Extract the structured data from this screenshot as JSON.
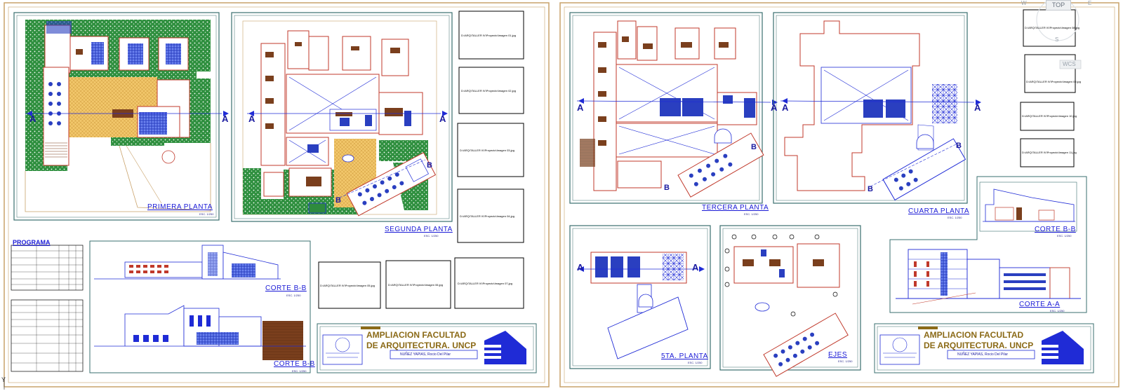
{
  "sheet_left": {
    "plans": {
      "primera_planta": "PRIMERA PLANTA",
      "segunda_planta": "SEGUNDA PLANTA"
    },
    "sections": {
      "corte_bb_1": "CORTE B-B",
      "corte_bb_2": "CORTE B-B"
    },
    "programa_title": "PROGRAMA",
    "image_refs": [
      "D:\\ARQ\\TALLER IV\\Proyecto\\Imagen 01.jpg",
      "D:\\ARQ\\TALLER IV\\Proyecto\\Imagen 02.jpg",
      "D:\\ARQ\\TALLER IV\\Proyecto\\Imagen 03.jpg",
      "D:\\ARQ\\TALLER IV\\Proyecto\\Imagen 04.jpg",
      "D:\\ARQ\\TALLER IV\\Proyecto\\Imagen 05.jpg",
      "D:\\ARQ\\TALLER IV\\Proyecto\\Imagen 06.jpg",
      "D:\\ARQ\\TALLER IV\\Proyecto\\Imagen 07.jpg"
    ],
    "title_block": {
      "line1": "AMPLIACION FACULTAD",
      "line2": "DE ARQUITECTURA. UNCP",
      "author": "NUÑEZ YAPIAS, Rocio Del Pilar"
    }
  },
  "sheet_right": {
    "plans": {
      "tercera_planta": "TERCERA PLANTA",
      "cuarta_planta": "CUARTA PLANTA",
      "quinta_planta": "5TA. PLANTA",
      "ejes": "EJES"
    },
    "sections": {
      "corte_bb": "CORTE B-B",
      "corte_aa": "CORTE A-A"
    },
    "image_refs": [
      "D:\\ARQ\\TALLER IV\\Proyecto\\Imagen 08.jpg",
      "D:\\ARQ\\TALLER IV\\Proyecto\\Imagen 09.jpg",
      "D:\\ARQ\\TALLER IV\\Proyecto\\Imagen 10.jpg",
      "D:\\ARQ\\TALLER IV\\Proyecto\\Imagen 11.jpg"
    ],
    "title_block": {
      "line1": "AMPLIACION FACULTAD",
      "line2": "DE ARQUITECTURA. UNCP",
      "author": "NUÑEZ YAPIAS, Rocio Del Pilar"
    }
  },
  "section_marks": {
    "a": "A",
    "b": "B"
  },
  "scale_note": "ESC. 1/250",
  "viewcube": {
    "top": "TOP",
    "n": "W",
    "e": "E",
    "s": "S",
    "wcs": "WCS"
  },
  "ucs_label": "Y",
  "colors": {
    "sheet_border": "#c9a26a",
    "frame_teal": "#3a6f6f",
    "wall_red": "#c0392b",
    "line_blue": "#1f2bd6",
    "grass_green": "#2e8b3e",
    "floor_tan": "#e5b04a",
    "title_gold": "#8b6a17"
  }
}
